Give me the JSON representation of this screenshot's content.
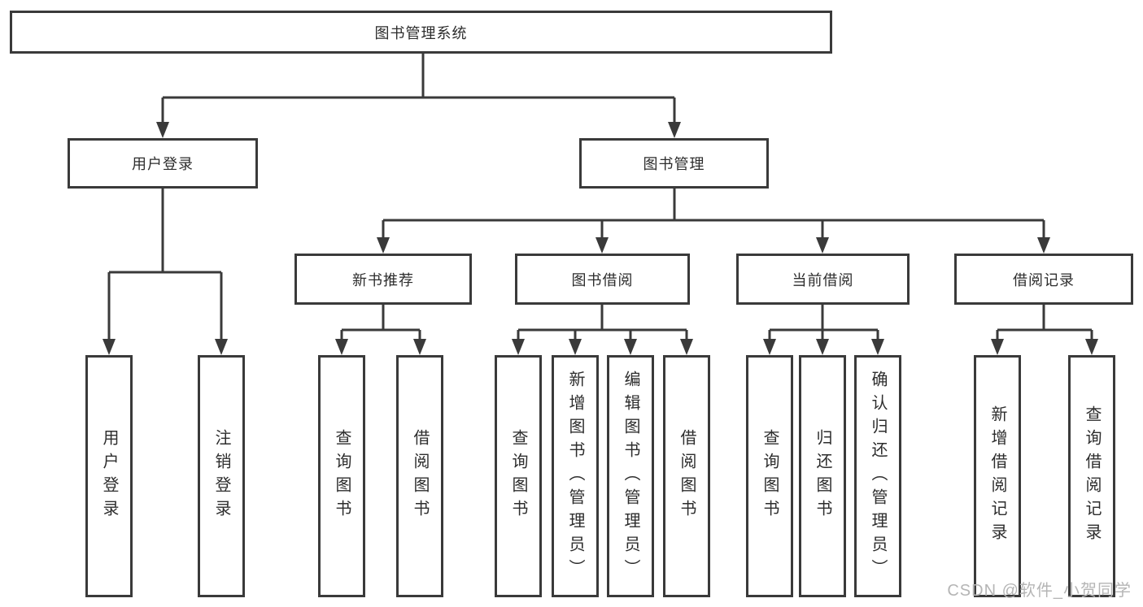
{
  "diagram_title": "图书管理系统",
  "nodes": {
    "root": "图书管理系统",
    "user_login": "用户登录",
    "book_mgmt": "图书管理",
    "new_books": "新书推荐",
    "book_borrow": "图书借阅",
    "current_borrow": "当前借阅",
    "borrow_records": "借阅记录",
    "user_leaves": [
      "用户登录",
      "注销登录"
    ],
    "new_books_leaves": [
      "查询图书",
      "借阅图书"
    ],
    "book_borrow_leaves": [
      "查询图书",
      "新增图书（管理员）",
      "编辑图书（管理员）",
      "借阅图书"
    ],
    "current_borrow_leaves": [
      "查询图书",
      "归还图书",
      "确认归还（管理员）"
    ],
    "borrow_records_leaves": [
      "新增借阅记录",
      "查询借阅记录"
    ]
  },
  "hierarchy": {
    "root": "图书管理系统",
    "children": [
      {
        "label": "用户登录",
        "children": [
          "用户登录",
          "注销登录"
        ]
      },
      {
        "label": "图书管理",
        "children": [
          {
            "label": "新书推荐",
            "children": [
              "查询图书",
              "借阅图书"
            ]
          },
          {
            "label": "图书借阅",
            "children": [
              "查询图书",
              "新增图书（管理员）",
              "编辑图书（管理员）",
              "借阅图书"
            ]
          },
          {
            "label": "当前借阅",
            "children": [
              "查询图书",
              "归还图书",
              "确认归还（管理员）"
            ]
          },
          {
            "label": "借阅记录",
            "children": [
              "新增借阅记录",
              "查询借阅记录"
            ]
          }
        ]
      }
    ]
  },
  "watermark": "CSDN @软件_小贺同学",
  "colors": {
    "line": "#3a3a3a",
    "text": "#2d2d2d",
    "watermark": "#b5b5b5",
    "background": "#ffffff"
  }
}
